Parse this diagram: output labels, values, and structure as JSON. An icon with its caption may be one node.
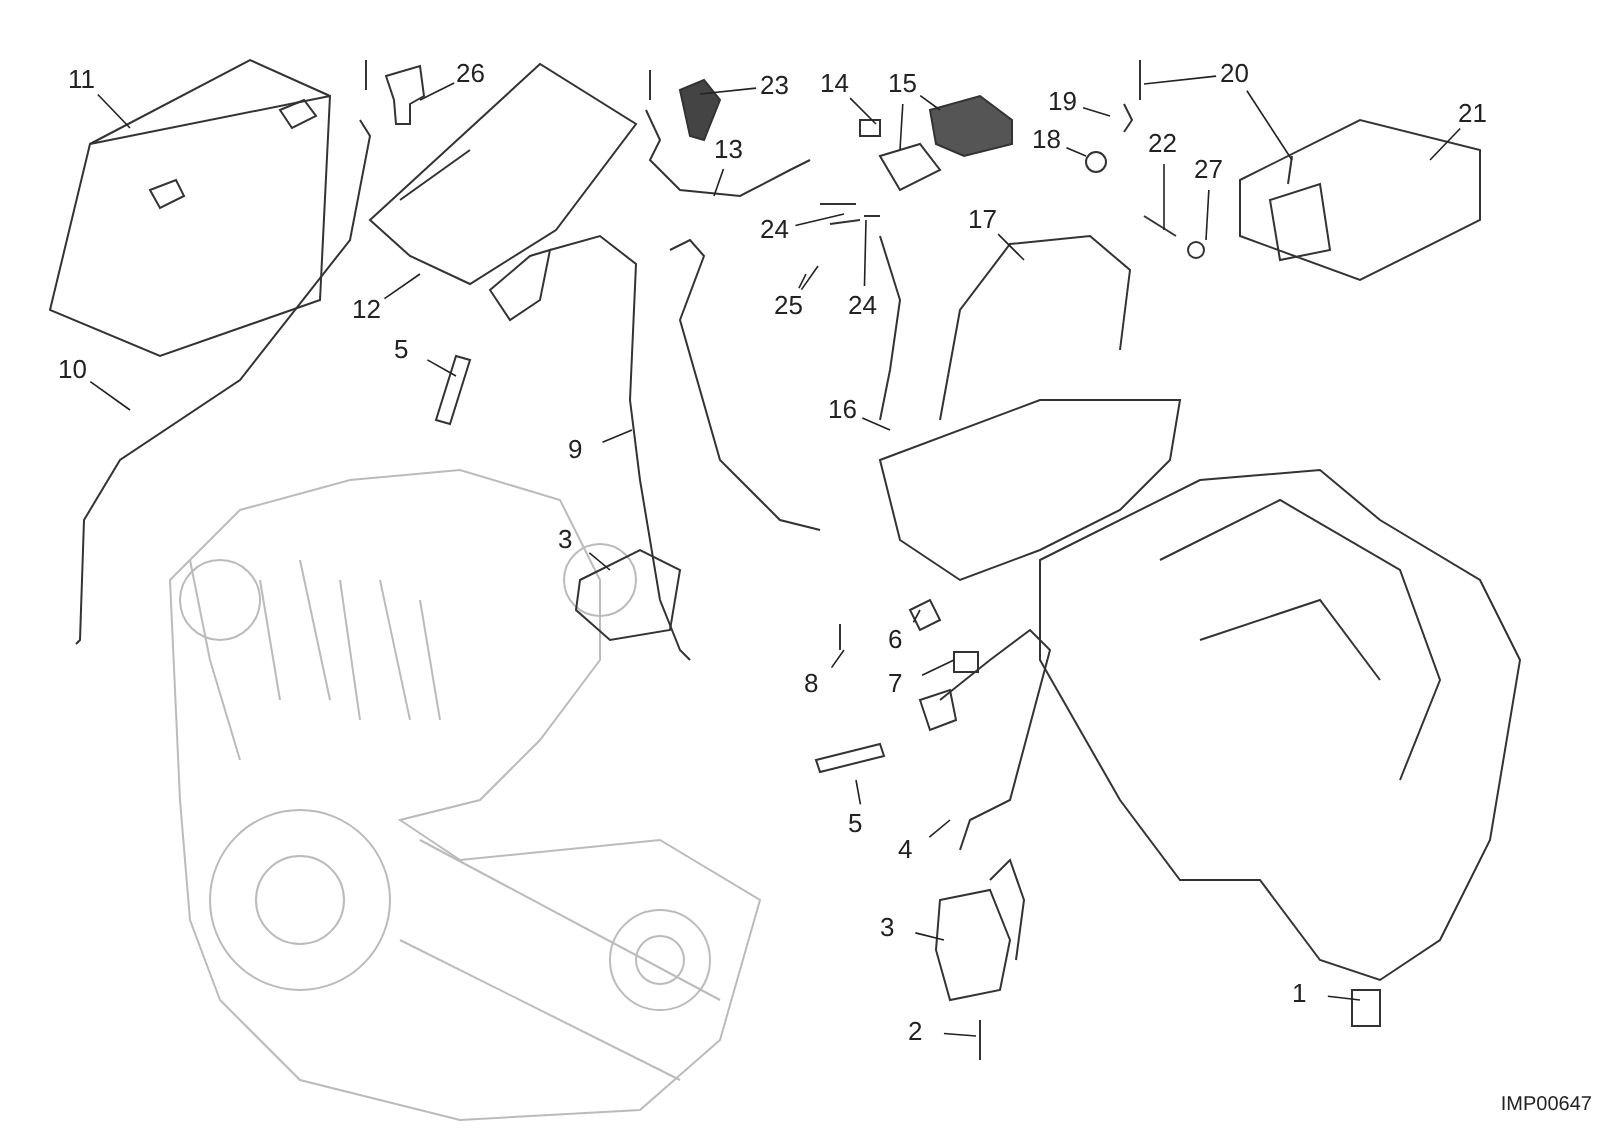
{
  "diagram": {
    "nodes": [
      {
        "text": [
          "11"
        ]
      },
      {
        "text": [
          "26"
        ]
      },
      {
        "text": [
          "20"
        ]
      },
      {
        "text": [
          "23"
        ]
      },
      {
        "text": [
          "14"
        ]
      },
      {
        "text": [
          "15"
        ]
      },
      {
        "text": [
          "19"
        ]
      },
      {
        "text": [
          "21"
        ]
      },
      {
        "text": [
          "18"
        ]
      },
      {
        "text": [
          "22"
        ]
      },
      {
        "text": [
          "13"
        ]
      },
      {
        "text": [
          "27"
        ]
      },
      {
        "text": [
          "17"
        ]
      },
      {
        "text": [
          "24"
        ]
      },
      {
        "text": [
          "12"
        ]
      },
      {
        "text": [
          "25"
        ]
      },
      {
        "text": [
          "24"
        ]
      },
      {
        "text": [
          "5"
        ]
      },
      {
        "text": [
          "10"
        ]
      },
      {
        "text": [
          "16"
        ]
      },
      {
        "text": [
          "9"
        ]
      },
      {
        "text": [
          "3"
        ]
      },
      {
        "text": [
          "6"
        ]
      },
      {
        "text": [
          "8"
        ]
      },
      {
        "text": [
          "7"
        ]
      },
      {
        "text": [
          "5"
        ]
      },
      {
        "text": [
          "4"
        ]
      },
      {
        "text": [
          "3"
        ]
      },
      {
        "text": [
          "2"
        ]
      },
      {
        "text": [
          "1"
        ]
      }
    ],
    "edges": [
      {
        "from": 0,
        "to": null,
        "arrow": "none"
      },
      {
        "from": 1,
        "to": null,
        "arrow": "none"
      },
      {
        "from": 2,
        "to": null,
        "arrow": "none"
      },
      {
        "from": 2,
        "to": null,
        "arrow": "none"
      },
      {
        "from": 3,
        "to": null,
        "arrow": "none"
      },
      {
        "from": 4,
        "to": null,
        "arrow": "none"
      },
      {
        "from": 5,
        "to": null,
        "arrow": "none"
      },
      {
        "from": 5,
        "to": null,
        "arrow": "none"
      },
      {
        "from": 6,
        "to": null,
        "arrow": "none"
      },
      {
        "from": 7,
        "to": null,
        "arrow": "none"
      },
      {
        "from": 8,
        "to": null,
        "arrow": "none"
      },
      {
        "from": 9,
        "to": null,
        "arrow": "none"
      },
      {
        "from": 10,
        "to": null,
        "arrow": "none"
      },
      {
        "from": 11,
        "to": null,
        "arrow": "none"
      },
      {
        "from": 12,
        "to": null,
        "arrow": "none"
      },
      {
        "from": 13,
        "to": null,
        "arrow": "none"
      },
      {
        "from": 14,
        "to": null,
        "arrow": "none"
      },
      {
        "from": 15,
        "to": null,
        "arrow": "none"
      },
      {
        "from": 15,
        "to": null,
        "arrow": "none"
      },
      {
        "from": 16,
        "to": null,
        "arrow": "none"
      },
      {
        "from": 17,
        "to": null,
        "arrow": "none"
      },
      {
        "from": 18,
        "to": null,
        "arrow": "none"
      },
      {
        "from": 19,
        "to": null,
        "arrow": "none"
      },
      {
        "from": 20,
        "to": null,
        "arrow": "none"
      },
      {
        "from": 21,
        "to": null,
        "arrow": "none"
      },
      {
        "from": 22,
        "to": null,
        "arrow": "none"
      },
      {
        "from": 23,
        "to": null,
        "arrow": "none"
      },
      {
        "from": 24,
        "to": null,
        "arrow": "none"
      },
      {
        "from": 25,
        "to": null,
        "arrow": "none"
      },
      {
        "from": 26,
        "to": null,
        "arrow": "none"
      },
      {
        "from": 27,
        "to": null,
        "arrow": "none"
      },
      {
        "from": 28,
        "to": null,
        "arrow": "none"
      },
      {
        "from": 29,
        "to": null,
        "arrow": "none"
      }
    ],
    "labels": [
      "IMP00647"
    ]
  }
}
